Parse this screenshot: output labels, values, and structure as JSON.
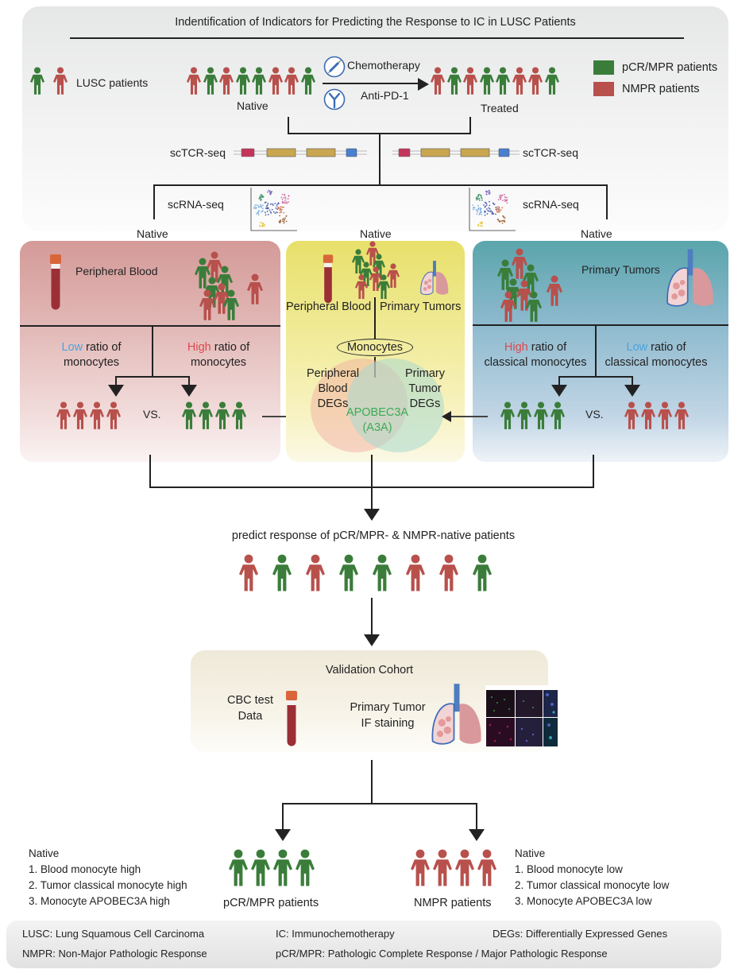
{
  "title": "Indentification of Indicators for Predicting the Response to IC in LUSC Patients",
  "colors": {
    "pcr_green": "#3a7d3a",
    "nmpr_red": "#b8504c",
    "low_blue": "#4aa3df",
    "high_red": "#e0484f",
    "apobec_green": "#3daa55"
  },
  "header": {
    "lusc_label": "LUSC patients",
    "legend": [
      {
        "label": "pCR/MPR patients",
        "color": "#3a7d3a"
      },
      {
        "label": "NMPR patients",
        "color": "#b8504c"
      }
    ],
    "native_label": "Native",
    "treated_label": "Treated",
    "treatments": [
      {
        "label": "Chemotherapy",
        "icon": "syringe-icon"
      },
      {
        "label": "Anti-PD-1",
        "icon": "antibody-icon"
      }
    ],
    "native_sequence": [
      "r",
      "g",
      "r",
      "g",
      "g",
      "r",
      "r",
      "g"
    ],
    "treated_sequence": [
      "r",
      "g",
      "r",
      "g",
      "g",
      "r",
      "r",
      "g"
    ],
    "sctcr_left": "scTCR-seq",
    "sctcr_right": "scTCR-seq",
    "scrna_left": "scRNA-seq",
    "scrna_right": "scRNA-seq",
    "native_left": "Native",
    "native_mid": "Native",
    "native_right": "Native"
  },
  "panel_blood": {
    "title": "Peripheral Blood",
    "low_word": "Low",
    "low_rest": " ratio of",
    "low_line2": "monocytes",
    "high_word": "High",
    "high_rest": " ratio of",
    "high_line2": "monocytes",
    "vs": "VS."
  },
  "panel_center": {
    "left_label": "Peripheral Blood",
    "right_label": "Primary Tumors",
    "ellipse": "Monocytes",
    "venn_left": [
      "Peripheral",
      "Blood",
      "DEGs"
    ],
    "venn_right": [
      "Primary",
      "Tumor",
      "DEGs"
    ],
    "overlap_gene": "APOBEC3A",
    "overlap_abbr": "(A3A)"
  },
  "panel_tumor": {
    "title": "Primary Tumors",
    "high_word": "High",
    "high_rest": " ratio of",
    "high_line2": "classical monocytes",
    "low_word": "Low",
    "low_rest": " ratio of",
    "low_line2": "classical monocytes",
    "vs": "VS."
  },
  "predict": {
    "label": "predict response of pCR/MPR- & NMPR-native patients",
    "sequence": [
      "r",
      "g",
      "r",
      "g",
      "g",
      "r",
      "r",
      "g"
    ]
  },
  "validation": {
    "title": "Validation Cohort",
    "cbc_line1": "CBC test",
    "cbc_line2": "Data",
    "tumor_line1": "Primary Tumor",
    "tumor_line2": "IF staining"
  },
  "outcomes": {
    "left": {
      "heading": "Native",
      "items": [
        "1.  Blood monocyte high",
        "2.  Tumor classical monocyte high",
        "3.  Monocyte APOBEC3A high"
      ],
      "group_label": "pCR/MPR patients"
    },
    "right": {
      "heading": "Native",
      "items": [
        "1.  Blood monocyte low",
        "2.  Tumor classical monocyte low",
        "3.  Monocyte APOBEC3A low"
      ],
      "group_label": "NMPR patients"
    }
  },
  "footer": {
    "row1": [
      "LUSC: Lung Squamous Cell Carcinoma",
      "IC: Immunochemotherapy",
      "DEGs: Differentially Expressed Genes"
    ],
    "row2": [
      "NMPR: Non-Major Pathologic Response",
      "pCR/MPR: Pathologic Complete Response / Major Pathologic Response"
    ]
  }
}
